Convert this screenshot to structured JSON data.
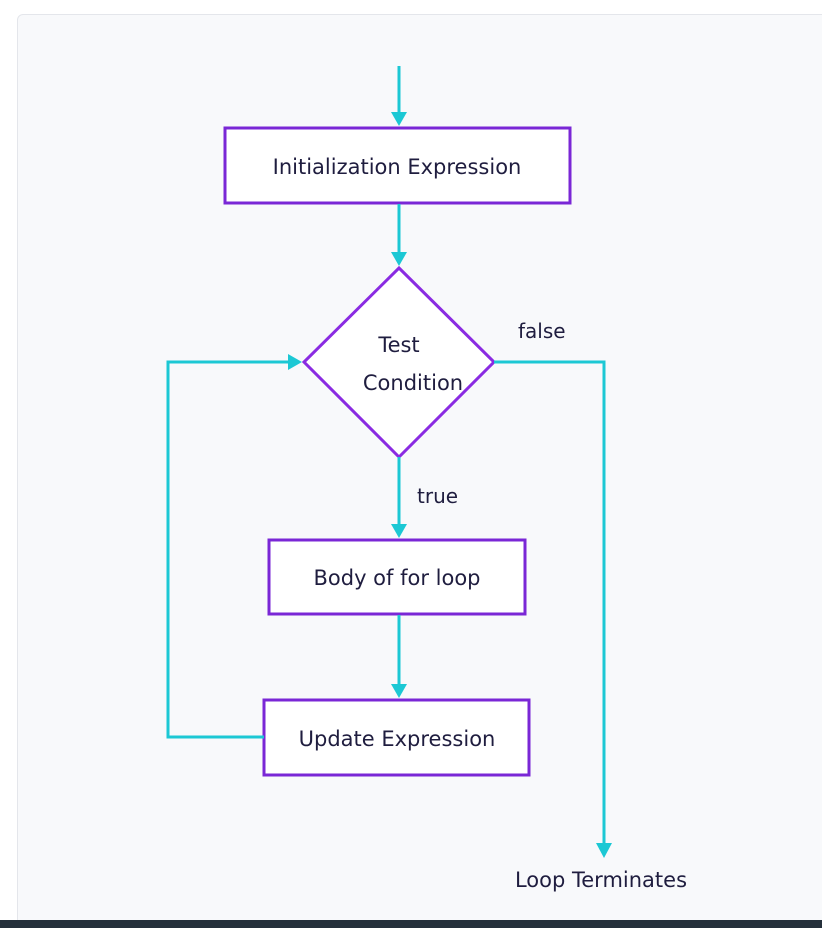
{
  "nodes": {
    "init": "Initialization Expression",
    "test_line1": "Test",
    "test_line2": "Condition",
    "body": "Body of for loop",
    "update": "Update Expression",
    "terminate": "Loop Terminates"
  },
  "edges": {
    "true_label": "true",
    "false_label": "false"
  },
  "colors": {
    "box_border": "#7a27d6",
    "arrow": "#1cc8d4",
    "text": "#1f1d3f",
    "panel_background": "#f8f9fb"
  }
}
